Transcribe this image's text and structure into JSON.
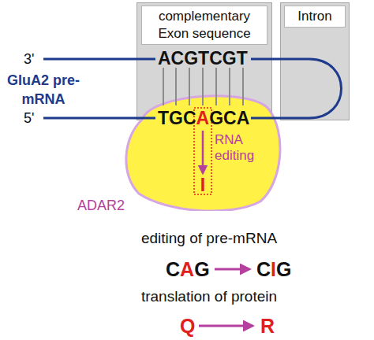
{
  "diagram": {
    "nodes": [
      {
        "text": [
          "complementary Exon sequence"
        ]
      },
      {
        "text": [
          "Intron"
        ]
      },
      {
        "text": [
          "ADAR2",
          "RNA editing",
          "I"
        ]
      }
    ],
    "labels": [
      "GluA2 pre-mRNA",
      "3'",
      "5'",
      "ACGTCGT",
      "TGC",
      "A",
      "GCA",
      "editing of pre-mRNA",
      "C",
      "A",
      "G",
      "C",
      "I",
      "G",
      "translation of protein",
      "Q",
      "R"
    ]
  }
}
